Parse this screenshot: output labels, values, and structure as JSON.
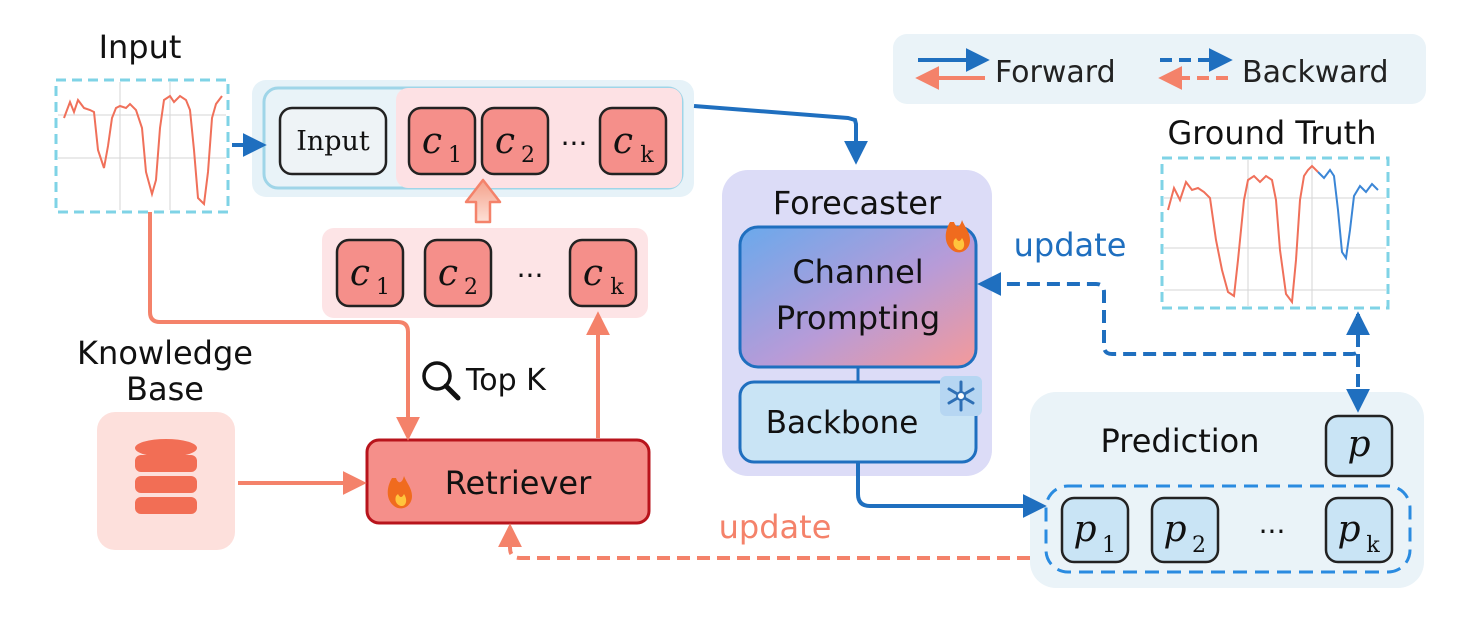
{
  "colors": {
    "forward": "#1f6fbf",
    "backward": "#f4826a",
    "node_red": "#f58f8a",
    "node_red_border": "#b8141c",
    "node_light_blue": "#c9e4f5",
    "panel_bg": "#eaf3f8",
    "pink_bg": "#fde4e6",
    "cyan_dash": "#7fd3e6",
    "forecaster_bg": "#dcdcf7"
  },
  "legend": {
    "forward_label": "Forward",
    "backward_label": "Backward"
  },
  "input": {
    "title": "Input"
  },
  "ground_truth": {
    "title": "Ground Truth"
  },
  "context_row": {
    "input_label": "Input",
    "c1": "c",
    "c1_sub": "1",
    "c2": "c",
    "c2_sub": "2",
    "ck": "c",
    "ck_sub": "k",
    "ellipsis": "···"
  },
  "candidates_row": {
    "c1": "c",
    "c1_sub": "1",
    "c2": "c",
    "c2_sub": "2",
    "ck": "c",
    "ck_sub": "k",
    "ellipsis": "···"
  },
  "knowledge_base": {
    "label_line1": "Knowledge",
    "label_line2": "Base",
    "icon": "database-icon"
  },
  "retriever": {
    "label": "Retriever",
    "icon": "fire-icon"
  },
  "top_k": {
    "label": "Top K",
    "icon": "magnifier-icon"
  },
  "forecaster": {
    "title": "Forecaster",
    "channel_prompting_line1": "Channel",
    "channel_prompting_line2": "Prompting",
    "backbone_label": "Backbone",
    "fire_icon": "fire-icon",
    "frozen_icon": "snowflake-icon"
  },
  "update_top": "update",
  "update_bottom": "update",
  "prediction": {
    "title": "Prediction",
    "p": "p",
    "p1": "p",
    "p1_sub": "1",
    "p2": "p",
    "p2_sub": "2",
    "pk": "p",
    "pk_sub": "k",
    "ellipsis": "···"
  }
}
